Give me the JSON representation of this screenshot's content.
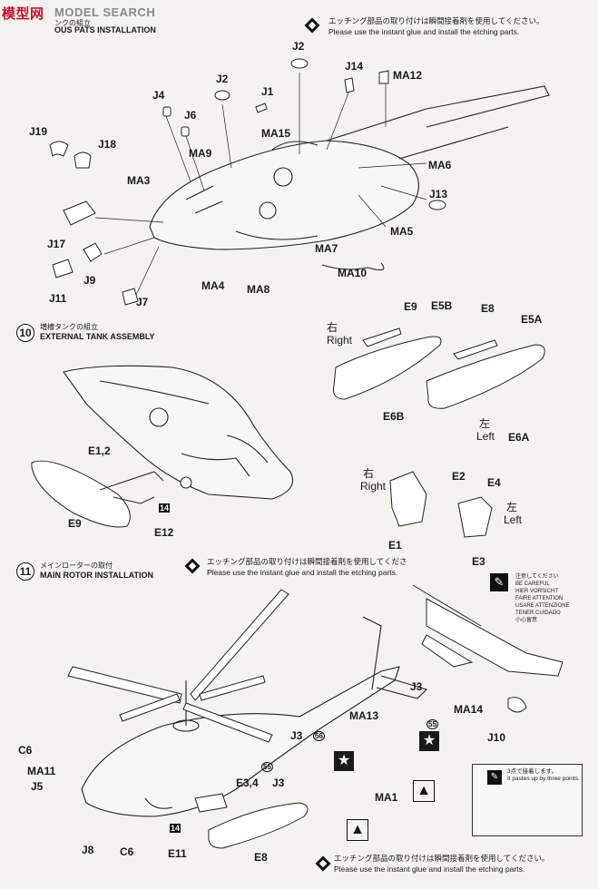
{
  "watermark": {
    "text": "MODEL SEARCH",
    "brand": "模型网"
  },
  "header": {
    "section_title_partial": "OUS PATS INSTALLATION",
    "section_title_jp_partial": "ンクの組立"
  },
  "etching_note_top": {
    "jp": "エッチング部品の取り付けは瞬間接着剤を使用してください。",
    "en": "Please use the instant glue and install the etching parts."
  },
  "step9_labels": [
    "J2",
    "J2",
    "MA12",
    "J14",
    "J4",
    "J1",
    "J6",
    "MA15",
    "J19",
    "J18",
    "MA9",
    "MA6",
    "MA3",
    "J13",
    "MA5",
    "J17",
    "MA7",
    "J9",
    "MA10",
    "J11",
    "J7",
    "MA4",
    "MA8"
  ],
  "step10": {
    "number": "10",
    "title_jp": "増槽タンクの組立",
    "title_en": "EXTERNAL TANK ASSEMBLY",
    "labels": [
      "E9",
      "E5B",
      "E8",
      "E5A",
      "E6B",
      "E6A",
      "E1,2",
      "14",
      "E9",
      "E12",
      "E2",
      "E4",
      "E1",
      "E3"
    ],
    "right_jp": "右",
    "right_en": "Right",
    "left_jp": "左",
    "left_en": "Left"
  },
  "step11": {
    "number": "11",
    "title_jp": "メインローターの取付",
    "title_en": "MAIN ROTOR INSTALLATION",
    "etching_note": {
      "jp": "エッチング部品の取り付けは瞬間接着剤を使用してくださ",
      "en": "Please use the instant glue and install the etching parts."
    },
    "careful_text": "注意してください\nBE CAREFUL\nHIER VORSICHT\nFAIRE ATTENTION\nUSARE ATTENZIONE\nTENER CUIDADO\n小心留意",
    "labels": [
      "J3",
      "MA14",
      "55",
      "MA13",
      "J10",
      "C6",
      "J3",
      "56",
      "MA11",
      "55",
      "J3",
      "J5",
      "MA1",
      "E3,4",
      "14",
      "E11",
      "J8",
      "C6",
      "E8"
    ],
    "callout_text": "3点で接着します。\nIt pastes up by three points."
  },
  "etching_note_bottom": {
    "jp": "エッチング部品の取り付けは瞬間接着剤を使用してください。",
    "en": "Please use the instant glue and install the etching parts."
  },
  "icons": [
    "caution-icon",
    "star-marking-icon",
    "chevron-marking-icon"
  ]
}
